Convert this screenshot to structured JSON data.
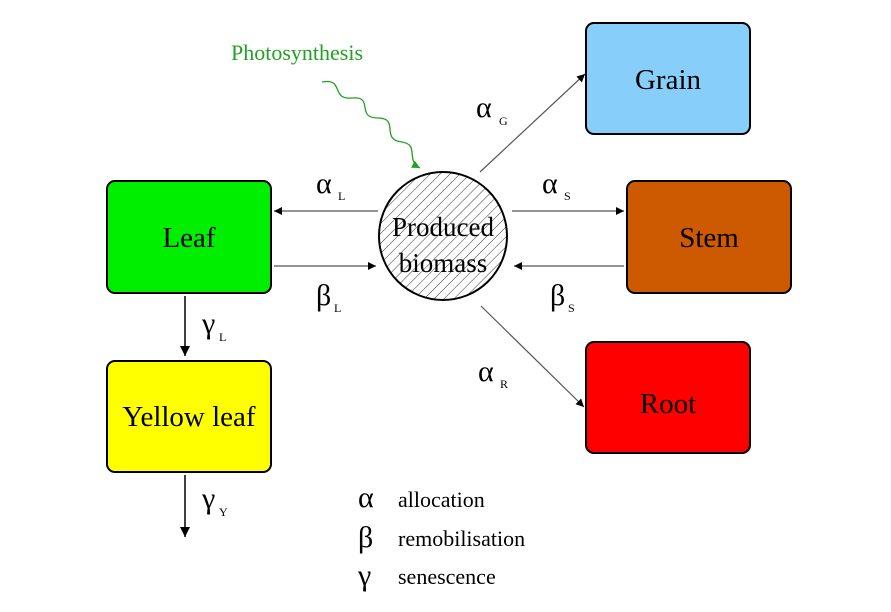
{
  "photosynthesis": {
    "label": "Photosynthesis",
    "color": "#22a022"
  },
  "center": {
    "line1": "Produced",
    "line2": "biomass"
  },
  "boxes": {
    "leaf": {
      "label": "Leaf",
      "color": "#00ee00"
    },
    "yellow_leaf": {
      "label": "Yellow leaf",
      "color": "#ffff00"
    },
    "grain": {
      "label": "Grain",
      "color": "#87cefa"
    },
    "stem": {
      "label": "Stem",
      "color": "#cd5a00"
    },
    "root": {
      "label": "Root",
      "color": "#ff0000"
    }
  },
  "arrows": {
    "alpha_g": {
      "symbol": "α",
      "sub": "G"
    },
    "alpha_l": {
      "symbol": "α",
      "sub": "L"
    },
    "beta_l": {
      "symbol": "β",
      "sub": "L"
    },
    "alpha_s": {
      "symbol": "α",
      "sub": "S"
    },
    "beta_s": {
      "symbol": "β",
      "sub": "S"
    },
    "alpha_r": {
      "symbol": "α",
      "sub": "R"
    },
    "gamma_l": {
      "symbol": "γ",
      "sub": "L"
    },
    "gamma_y": {
      "symbol": "γ",
      "sub": "Y"
    }
  },
  "legend": [
    {
      "symbol": "α",
      "text": "allocation"
    },
    {
      "symbol": "β",
      "text": "remobilisation"
    },
    {
      "symbol": "γ",
      "text": "senescence"
    }
  ]
}
